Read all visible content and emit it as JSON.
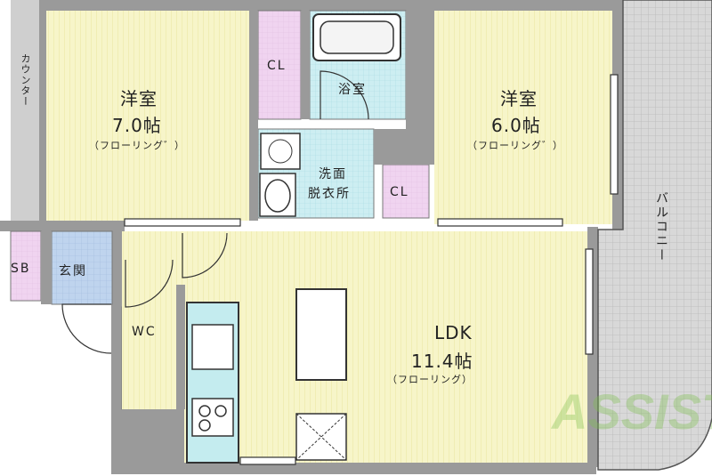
{
  "rooms": {
    "western_room_1": {
      "name": "洋室",
      "size": "7.0帖",
      "floor": "（フローリング゛）"
    },
    "western_room_2": {
      "name": "洋室",
      "size": "6.0帖",
      "floor": "（フローリング゛）"
    },
    "ldk": {
      "name": "LDK",
      "size": "11.4帖",
      "floor": "（フローリング）"
    },
    "closet_1": "CL",
    "closet_2": "CL",
    "bathroom": "浴室",
    "washroom_line1": "洗面",
    "washroom_line2": "脱衣所",
    "shoe_box": "SB",
    "entrance": "玄関",
    "toilet": "WC",
    "counter": "カウンター",
    "balcony": "バルコニー"
  },
  "watermark": "ASSIST",
  "colors": {
    "floor": "#f7f5c9",
    "floor_lines": "#e8e5a0",
    "walls": "#9a9a9a",
    "closet": "#f0d4f0",
    "wet_area": "#cdeef2",
    "entrance": "#bfd4ee",
    "balcony": "#e0e0e0",
    "kitchen": "#c4ecef",
    "watermark": "#7cc04a"
  }
}
